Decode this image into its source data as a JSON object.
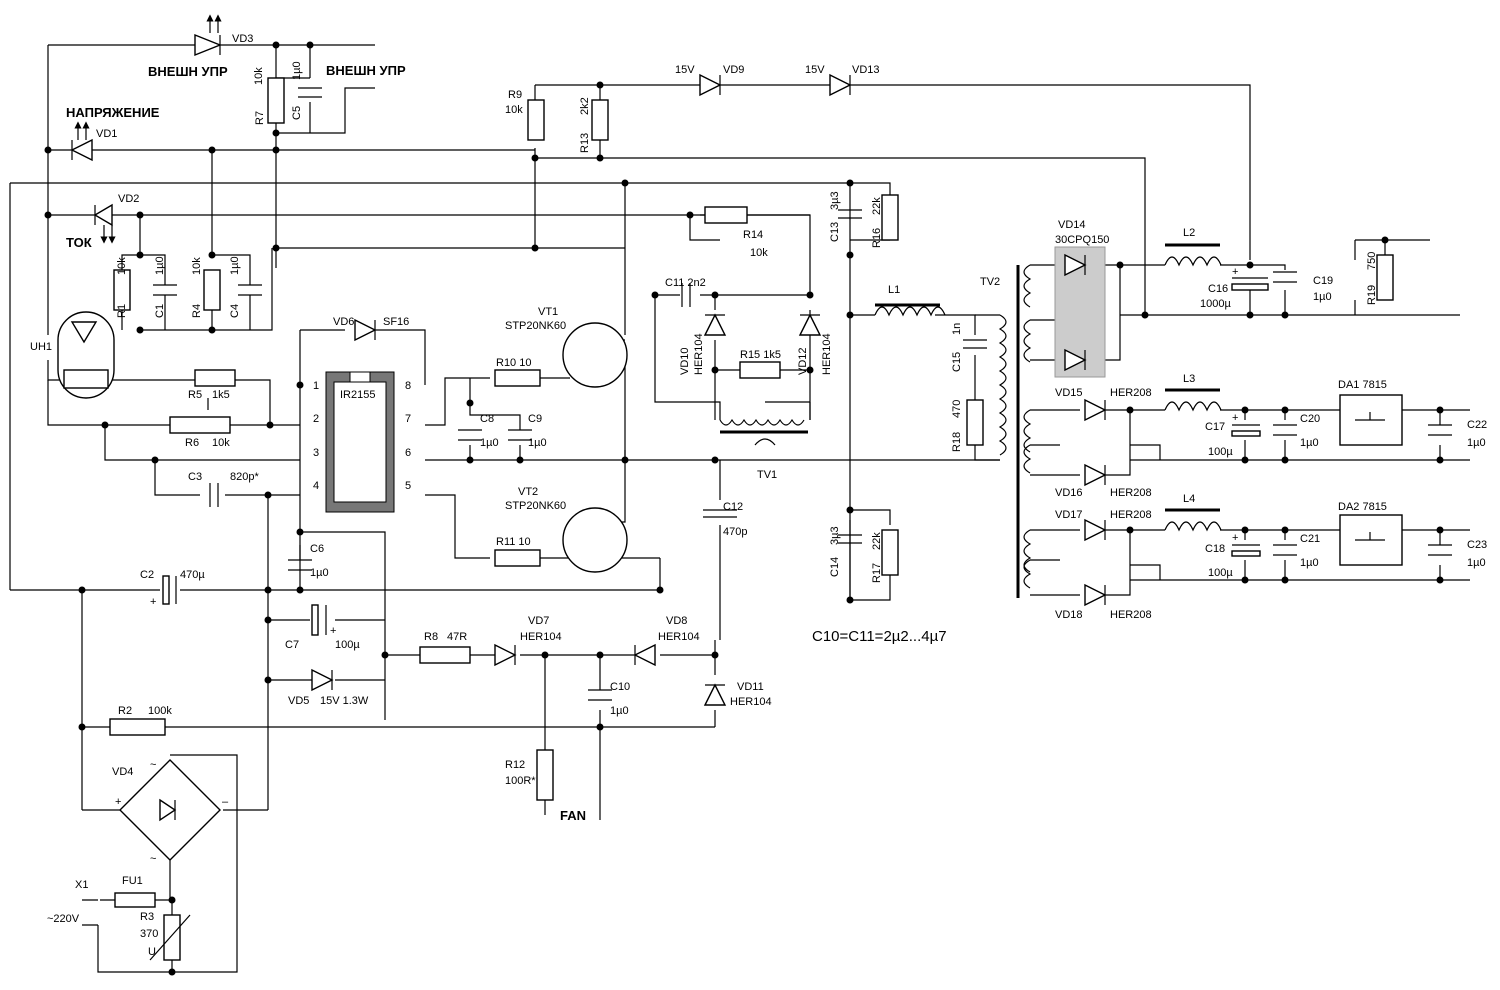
{
  "labels": {
    "vd3": "VD3",
    "vnesh_upr_1": "ВНЕШН УПР",
    "vnesh_upr_2": "ВНЕШН УПР",
    "r7_val": "10k",
    "r7": "R7",
    "c5_val": "1µ0",
    "c5": "C5",
    "napr": "НАПРЯЖЕНИЕ",
    "vd1": "VD1",
    "vd2": "VD2",
    "tok": "ТОК",
    "r1_val": "10k",
    "r1": "R1",
    "c1_val": "1µ0",
    "c1": "C1",
    "r4_val": "10k",
    "r4": "R4",
    "c4_val": "1µ0",
    "c4": "C4",
    "uh1": "UH1",
    "r5": "R5",
    "r5_val": "1k5",
    "r6": "R6",
    "r6_val": "10k",
    "c3": "C3",
    "c3_val": "820p*",
    "c2": "C2",
    "c2_val": "470µ",
    "vd6": "VD6",
    "vd6_val": "SF16",
    "ic": "IR2155",
    "p1": "1",
    "p2": "2",
    "p3": "3",
    "p4": "4",
    "p5": "5",
    "p6": "6",
    "p7": "7",
    "p8": "8",
    "c6": "C6",
    "c6_val": "1µ0",
    "r9": "R9",
    "r9_val": "10k",
    "r13_val": "2k2",
    "r13": "R13",
    "vd9_v": "15V",
    "vd9": "VD9",
    "vd13_v": "15V",
    "vd13": "VD13",
    "vt1": "VT1",
    "vt1_t": "STP20NK60",
    "vt2": "VT2",
    "vt2_t": "STP20NK60",
    "r10": "R10 10",
    "r11": "R11 10",
    "c8": "C8",
    "c8_val": "1µ0",
    "c9": "C9",
    "c9_val": "1µ0",
    "r14": "R14",
    "r14_val": "10k",
    "c11": "C11 2n2",
    "vd10": "VD10",
    "vd10_t": "HER104",
    "r15": "R15 1k5",
    "vd12": "VD12",
    "vd12_t": "HER104",
    "tv1": "TV1",
    "c12": "C12",
    "c12_val": "470p",
    "c13": "C13",
    "c13_val": "3µ3",
    "r16": "R16",
    "r16_val": "22k",
    "c14": "C14",
    "c14_val": "3µ3",
    "r17": "R17",
    "r17_val": "22k",
    "l1": "L1",
    "c15_val": "1n",
    "c15": "C15",
    "r18_val": "470",
    "r18": "R18",
    "tv2": "TV2",
    "vd14": "VD14",
    "vd14_t": "30CPQ150",
    "l2": "L2",
    "c16": "C16",
    "c16_val": "1000µ",
    "c19": "C19",
    "c19_val": "1µ0",
    "r19_val": "750",
    "r19": "R19",
    "vd15": "VD15",
    "vd15_t": "HER208",
    "vd16": "VD16",
    "vd16_t": "HER208",
    "l3": "L3",
    "c17": "C17",
    "c17_val": "100µ",
    "c20": "C20",
    "c20_val": "1µ0",
    "da1": "DA1  7815",
    "c22": "C22",
    "c22_val": "1µ0",
    "vd17": "VD17",
    "vd17_t": "HER208",
    "vd18": "VD18",
    "vd18_t": "HER208",
    "l4": "L4",
    "c18": "C18",
    "c18_val": "100µ",
    "c21": "C21",
    "c21_val": "1µ0",
    "da2": "DA2  7815",
    "c23": "C23",
    "c23_val": "1µ0",
    "c7": "C7",
    "c7_val": "100µ",
    "vd5": "VD5",
    "vd5_val": "15V  1.3W",
    "r8": "R8",
    "r8_val": "47R",
    "vd7": "VD7",
    "vd7_t": "HER104",
    "vd8": "VD8",
    "vd8_t": "HER104",
    "c10": "C10",
    "c10_val": "1µ0",
    "vd11": "VD11",
    "vd11_t": "HER104",
    "r2": "R2",
    "r2_val": "100k",
    "r12": "R12",
    "r12_val": "100R*",
    "fan": "FAN",
    "vd4": "VD4",
    "x1": "X1",
    "v220": "~220V",
    "fu1": "FU1",
    "r3": "R3",
    "r3_val": "370",
    "r3_u": "U",
    "plus": "+",
    "minus": "–",
    "tilde": "~",
    "note": "C10=C11=2µ2...4µ7"
  }
}
